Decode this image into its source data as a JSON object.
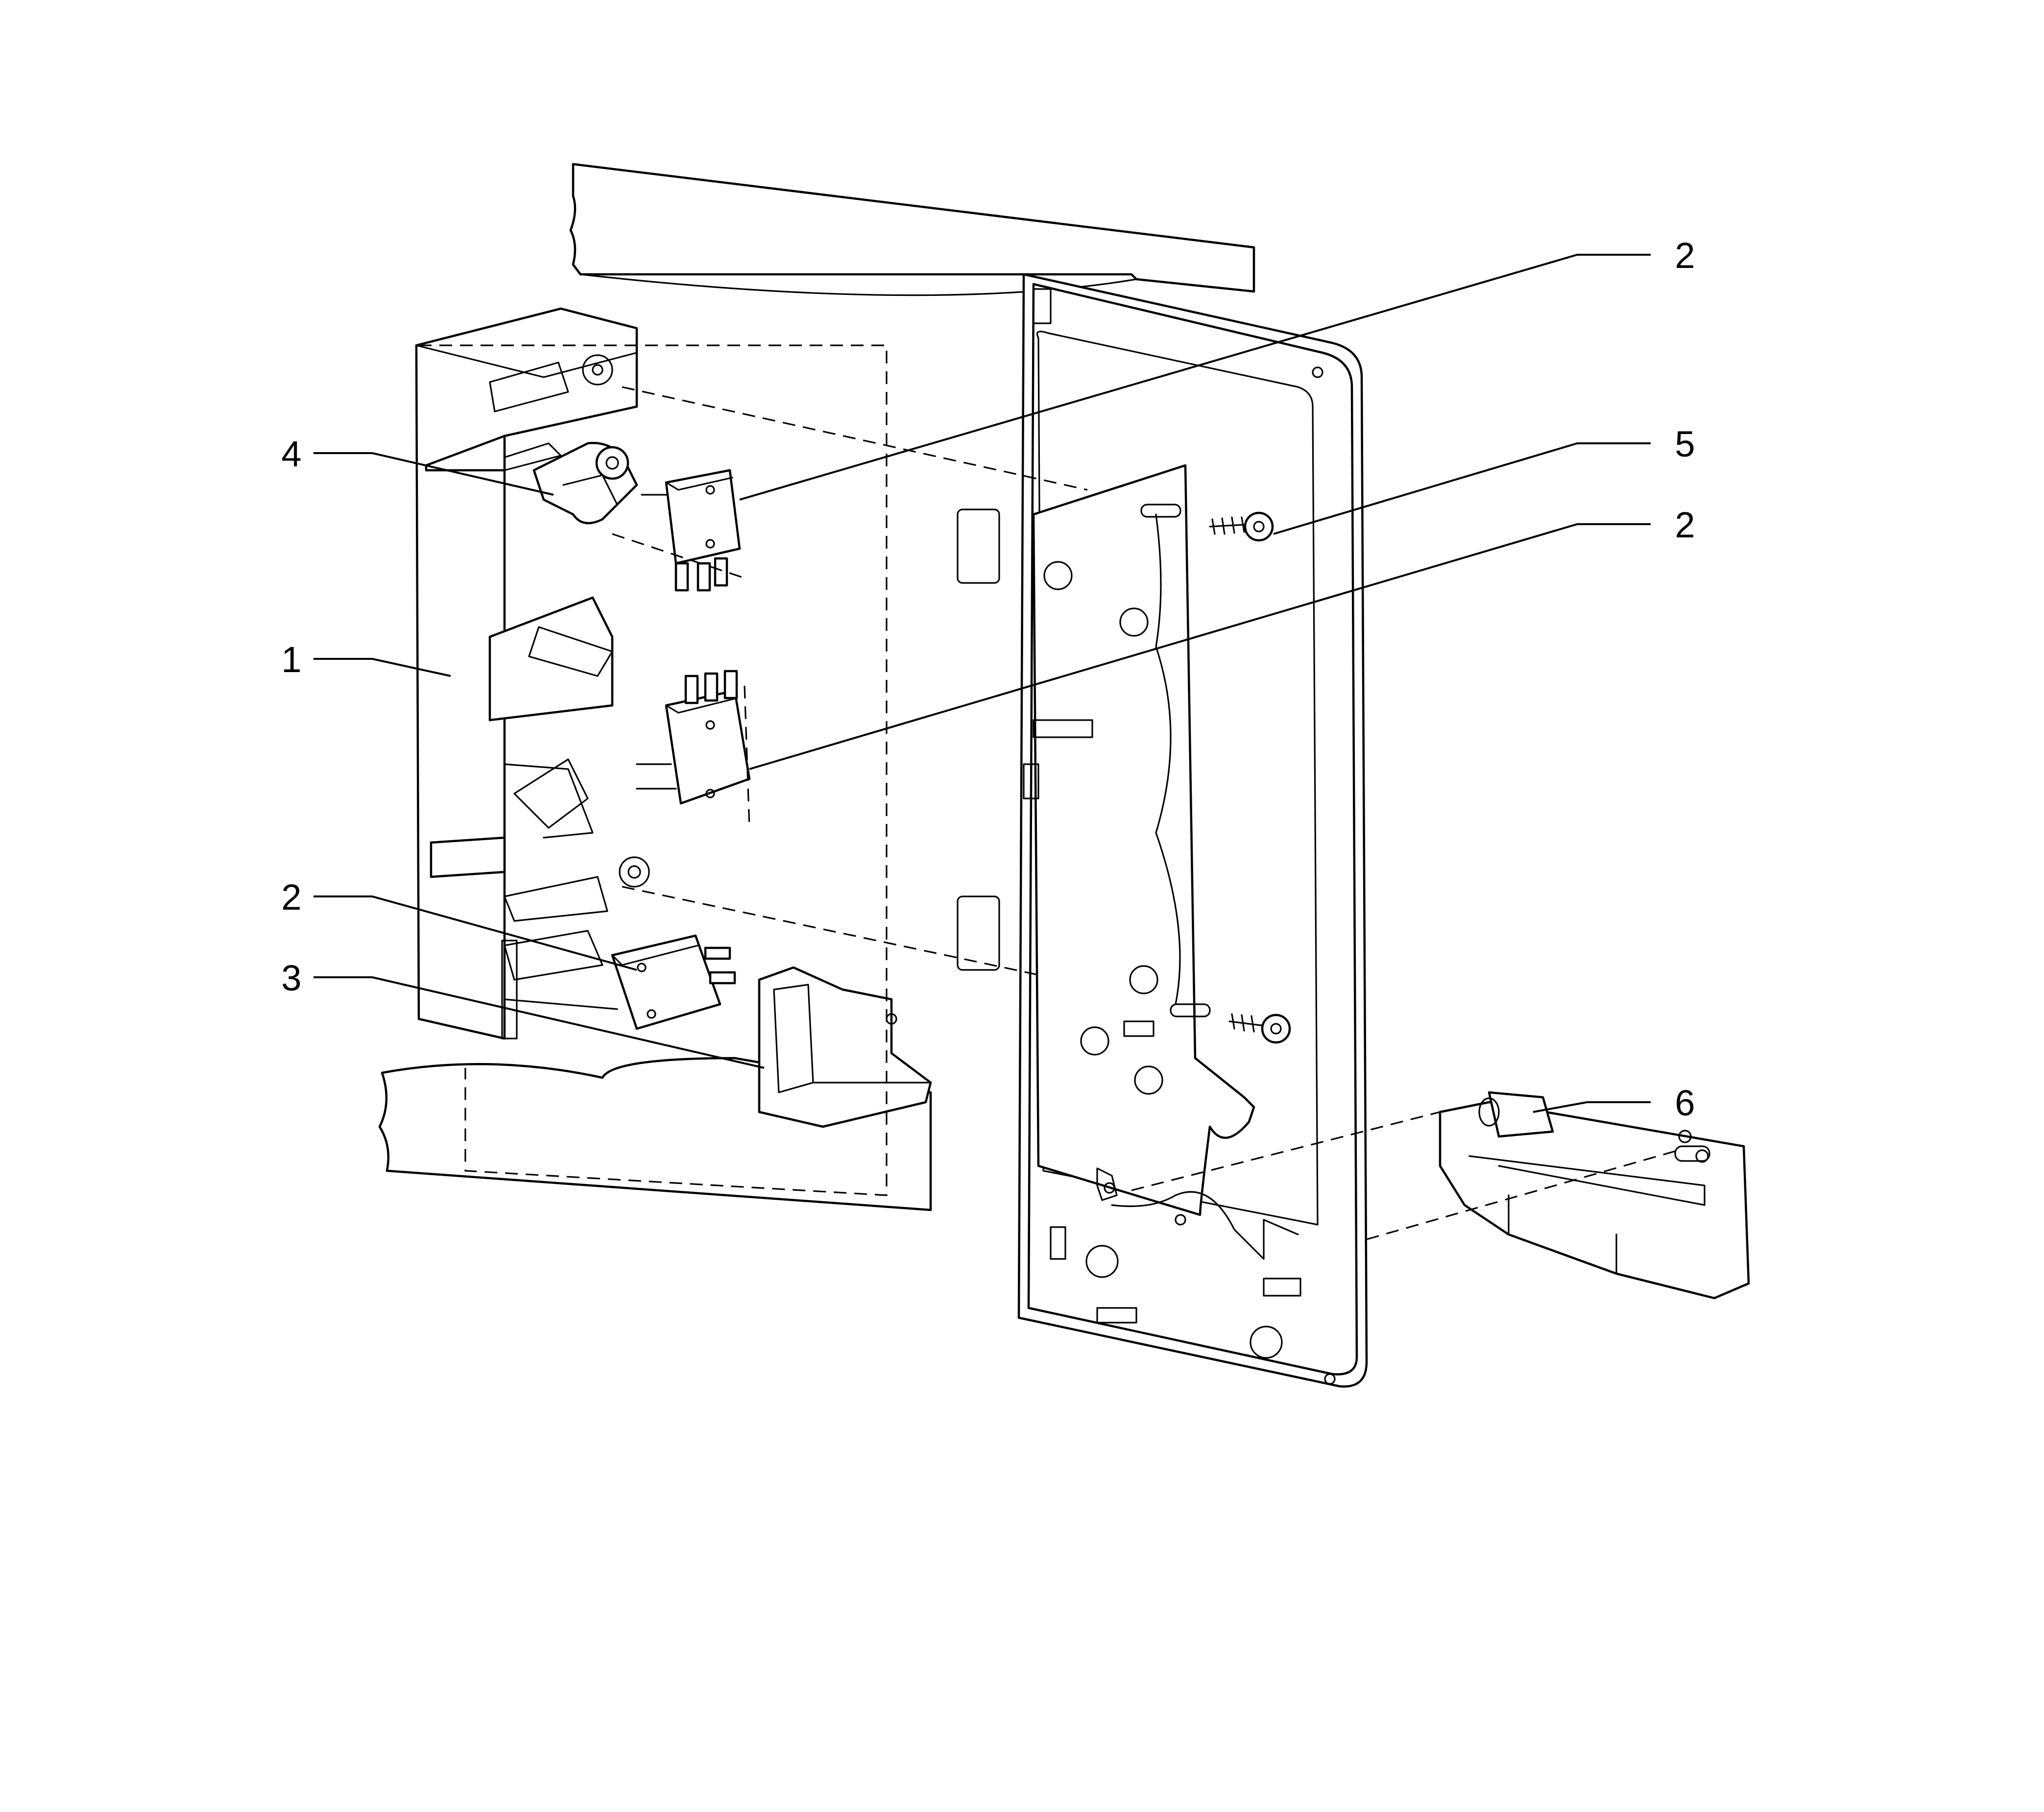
{
  "callouts": {
    "housing": "1",
    "microswitch_top": "2",
    "microswitch_middle": "2",
    "microswitch_bottom": "2",
    "bracket": "3",
    "lever": "4",
    "screw": "5",
    "sensor": "6"
  },
  "colors": {
    "line": "#000000",
    "background": "#ffffff"
  }
}
